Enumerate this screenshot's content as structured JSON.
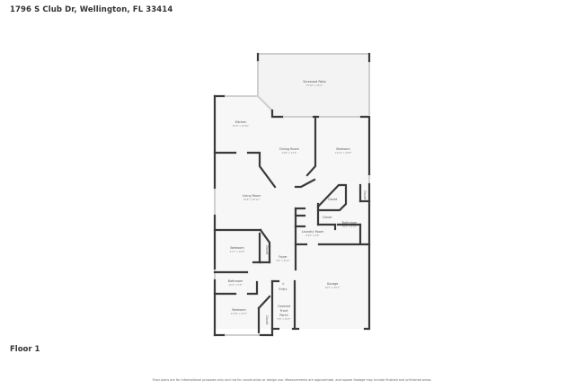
{
  "header": {
    "address": "1796 S Club Dr, Wellington, FL 33414"
  },
  "floor": {
    "label": "Floor 1"
  },
  "disclaimer": "Floor plans are for informational purposes only and not for construction or design use. Measurements are approximate, and square footage may include finished and unfinished areas.",
  "rooms": {
    "screened_patio": {
      "name": "Screened Patio",
      "dims": "27'10\" x 15'2\""
    },
    "kitchen": {
      "name": "Kitchen",
      "dims": "15'0\" x 13'10\""
    },
    "dining_room": {
      "name": "Dining Room",
      "dims": "14'8\" x 11'3\""
    },
    "bedroom_main": {
      "name": "Bedroom",
      "dims": "13'11\" x 15'8\""
    },
    "living_room": {
      "name": "Living Room",
      "dims": "19'6\" x 20'11\""
    },
    "closet_1": {
      "name": "Closet"
    },
    "closet_2": {
      "name": "Closet"
    },
    "closet_3": {
      "name": "Closet"
    },
    "bathroom_main": {
      "name": "Bathroom",
      "dims": "10'2\" x 8'10\""
    },
    "laundry_room": {
      "name": "Laundry Room",
      "dims": "8'10\" x 4'8\""
    },
    "bedroom_2": {
      "name": "Bedroom",
      "dims": "11'7\" x 10'8\""
    },
    "closet_4": {
      "name": "Closet"
    },
    "foyer": {
      "name": "Foyer",
      "dims": "5'6\" x 8'11\""
    },
    "bathroom_2": {
      "name": "Bathroom",
      "dims": "10'3\" x 5'0\""
    },
    "entry": {
      "name": "Entry"
    },
    "garage": {
      "name": "Garage",
      "dims": "19'2\" x 20'1\""
    },
    "covered_front_porch": {
      "name": "Covered Front Porch",
      "line1": "Covered",
      "line2": "Front",
      "line3": "Porch",
      "dims": "5'6\" x 15'3\""
    },
    "bedroom_3": {
      "name": "Bedroom",
      "dims": "12'10\" x 12'1\""
    },
    "closet_5": {
      "name": "Closet"
    }
  },
  "colors": {
    "wall": "#3a3a3a",
    "window": "#cfcfcf",
    "patio_fill": "#f3f3f3",
    "floor_fill": "#f7f7f7"
  }
}
